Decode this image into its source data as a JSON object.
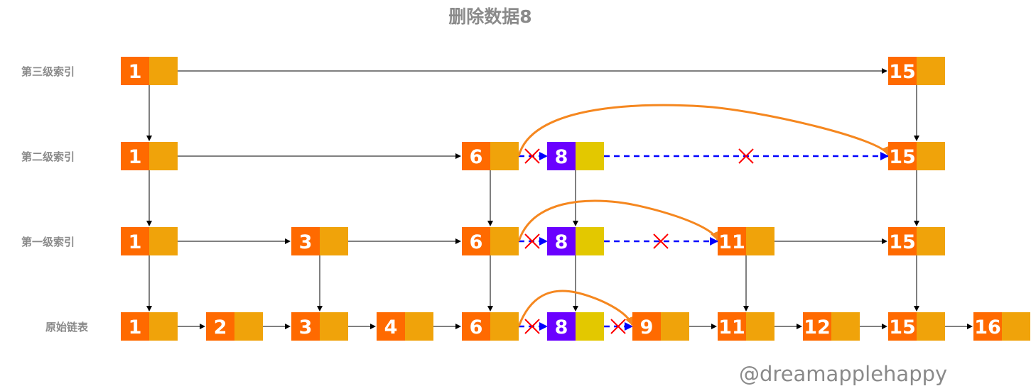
{
  "title": "删除数据8",
  "watermark": "@dreamapplehappy",
  "colors": {
    "key_cell": "#ff6a00",
    "ptr_cell": "#f0a30a",
    "deleted_key_cell": "#6a00ff",
    "deleted_ptr_cell": "#e3c800",
    "node_text": "#ffffff",
    "link_arrow": "#000000",
    "removed_link": "#0000ff",
    "new_link": "#f5871f",
    "cross_mark": "#ff0000",
    "label_text": "#8a8a8a"
  },
  "levels": [
    {
      "label": "第三级索引",
      "nodes": [
        "1",
        "15"
      ]
    },
    {
      "label": "第二级索引",
      "nodes": [
        "1",
        "6",
        "8",
        "15"
      ]
    },
    {
      "label": "第一级索引",
      "nodes": [
        "1",
        "3",
        "6",
        "8",
        "11",
        "15"
      ]
    },
    {
      "label": "原始链表",
      "nodes": [
        "1",
        "2",
        "3",
        "4",
        "6",
        "8",
        "9",
        "11",
        "12",
        "15",
        "16"
      ]
    }
  ],
  "deleted_value": "8"
}
